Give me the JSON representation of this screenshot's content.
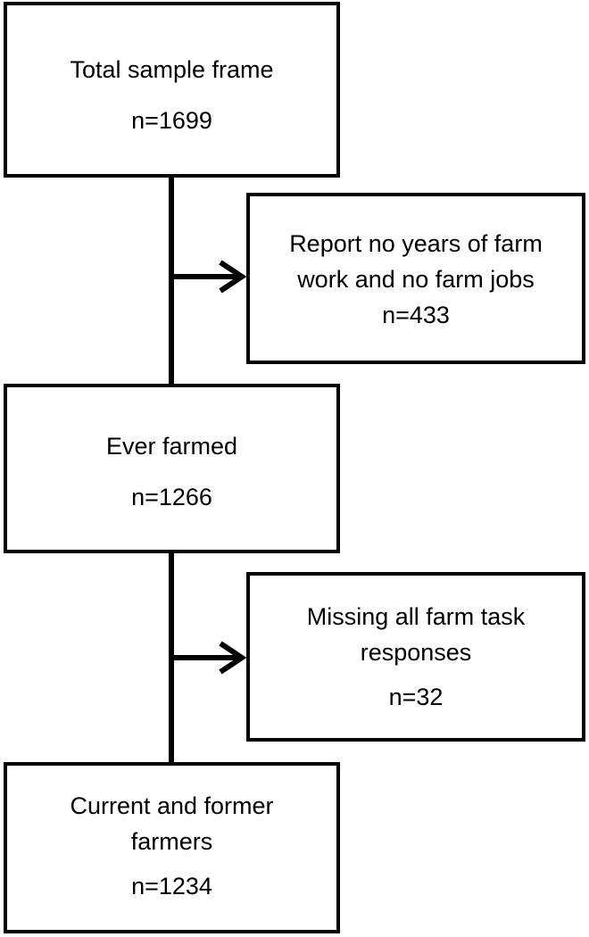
{
  "flow": {
    "total": {
      "title": "Total sample frame",
      "count": "n=1699"
    },
    "excluded_no_farm": {
      "line1": "Report no years of farm",
      "line2": "work and no farm jobs",
      "count": "n=433"
    },
    "ever_farmed": {
      "title": "Ever farmed",
      "count": "n=1266"
    },
    "excluded_missing": {
      "line1": "Missing all farm task",
      "line2": "responses",
      "count": "n=32"
    },
    "final": {
      "line1": "Current and former",
      "line2": "farmers",
      "count": "n=1234"
    }
  }
}
